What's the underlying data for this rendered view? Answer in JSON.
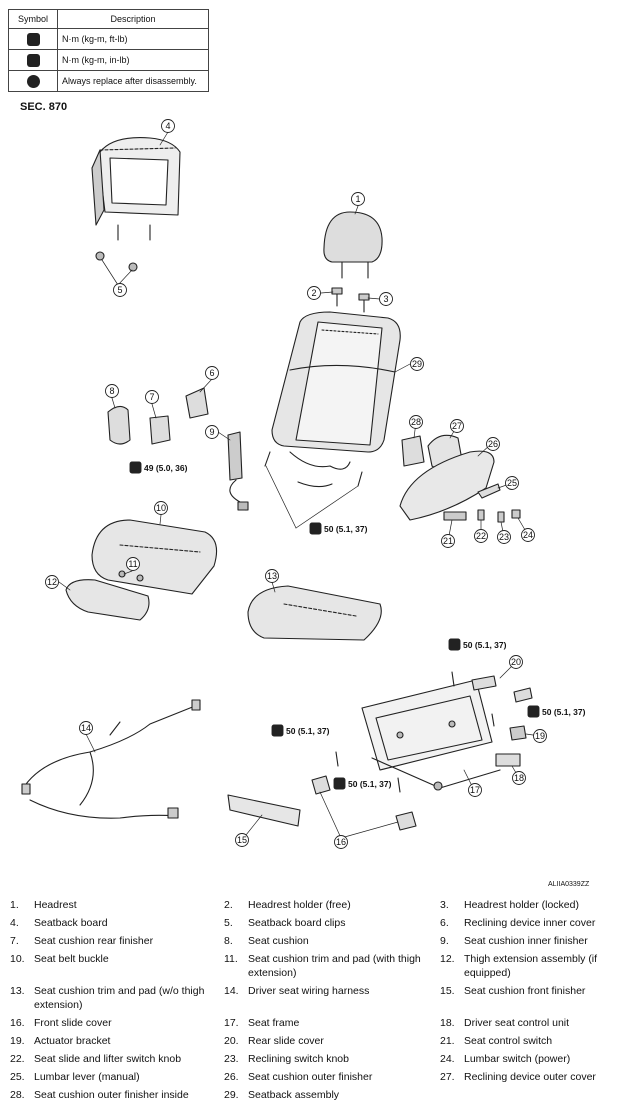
{
  "legend": {
    "header_symbol": "Symbol",
    "header_description": "Description",
    "rows": [
      {
        "icon": "torque-nm-kgm-ftlb-icon",
        "description": "N·m (kg-m, ft-lb)"
      },
      {
        "icon": "torque-nm-kgm-inlb-icon",
        "description": "N·m (kg-m, in-lb)"
      },
      {
        "icon": "always-replace-icon",
        "description": "Always replace after disassembly."
      }
    ]
  },
  "section": "SEC. 870",
  "callouts": [
    "1",
    "2",
    "3",
    "4",
    "5",
    "6",
    "7",
    "8",
    "9",
    "10",
    "11",
    "12",
    "13",
    "14",
    "15",
    "16",
    "17",
    "18",
    "19",
    "20",
    "21",
    "22",
    "23",
    "24",
    "25",
    "26",
    "27",
    "28",
    "29"
  ],
  "torques": [
    "49 (5.0, 36)",
    "50 (5.1, 37)",
    "50 (5.1, 37)",
    "50 (5.1, 37)",
    "50 (5.1, 37)",
    "50 (5.1, 37)"
  ],
  "reference_code": "ALIIA0339ZZ",
  "parts": [
    {
      "num": "1.",
      "name": "Headrest"
    },
    {
      "num": "2.",
      "name": "Headrest holder (free)"
    },
    {
      "num": "3.",
      "name": "Headrest holder (locked)"
    },
    {
      "num": "4.",
      "name": "Seatback board"
    },
    {
      "num": "5.",
      "name": "Seatback board clips"
    },
    {
      "num": "6.",
      "name": "Reclining device inner cover"
    },
    {
      "num": "7.",
      "name": "Seat cushion rear finisher"
    },
    {
      "num": "8.",
      "name": "Seat cushion"
    },
    {
      "num": "9.",
      "name": "Seat cushion inner finisher"
    },
    {
      "num": "10.",
      "name": "Seat belt buckle"
    },
    {
      "num": "11.",
      "name": "Seat cushion trim and pad (with thigh extension)"
    },
    {
      "num": "12.",
      "name": "Thigh extension assembly (if equipped)"
    },
    {
      "num": "13.",
      "name": "Seat cushion trim and pad (w/o thigh extension)"
    },
    {
      "num": "14.",
      "name": "Driver seat wiring harness"
    },
    {
      "num": "15.",
      "name": "Seat cushion front finisher"
    },
    {
      "num": "16.",
      "name": "Front slide cover"
    },
    {
      "num": "17.",
      "name": "Seat frame"
    },
    {
      "num": "18.",
      "name": "Driver seat control unit"
    },
    {
      "num": "19.",
      "name": "Actuator bracket"
    },
    {
      "num": "20.",
      "name": "Rear slide cover"
    },
    {
      "num": "21.",
      "name": "Seat control switch"
    },
    {
      "num": "22.",
      "name": "Seat slide and lifter switch knob"
    },
    {
      "num": "23.",
      "name": "Reclining switch knob"
    },
    {
      "num": "24.",
      "name": "Lumbar switch (power)"
    },
    {
      "num": "25.",
      "name": "Lumbar lever (manual)"
    },
    {
      "num": "26.",
      "name": "Seat cushion outer finisher"
    },
    {
      "num": "27.",
      "name": "Reclining device outer cover"
    },
    {
      "num": "28.",
      "name": "Seat cushion outer finisher  inside"
    },
    {
      "num": "29.",
      "name": "Seatback assembly"
    }
  ]
}
